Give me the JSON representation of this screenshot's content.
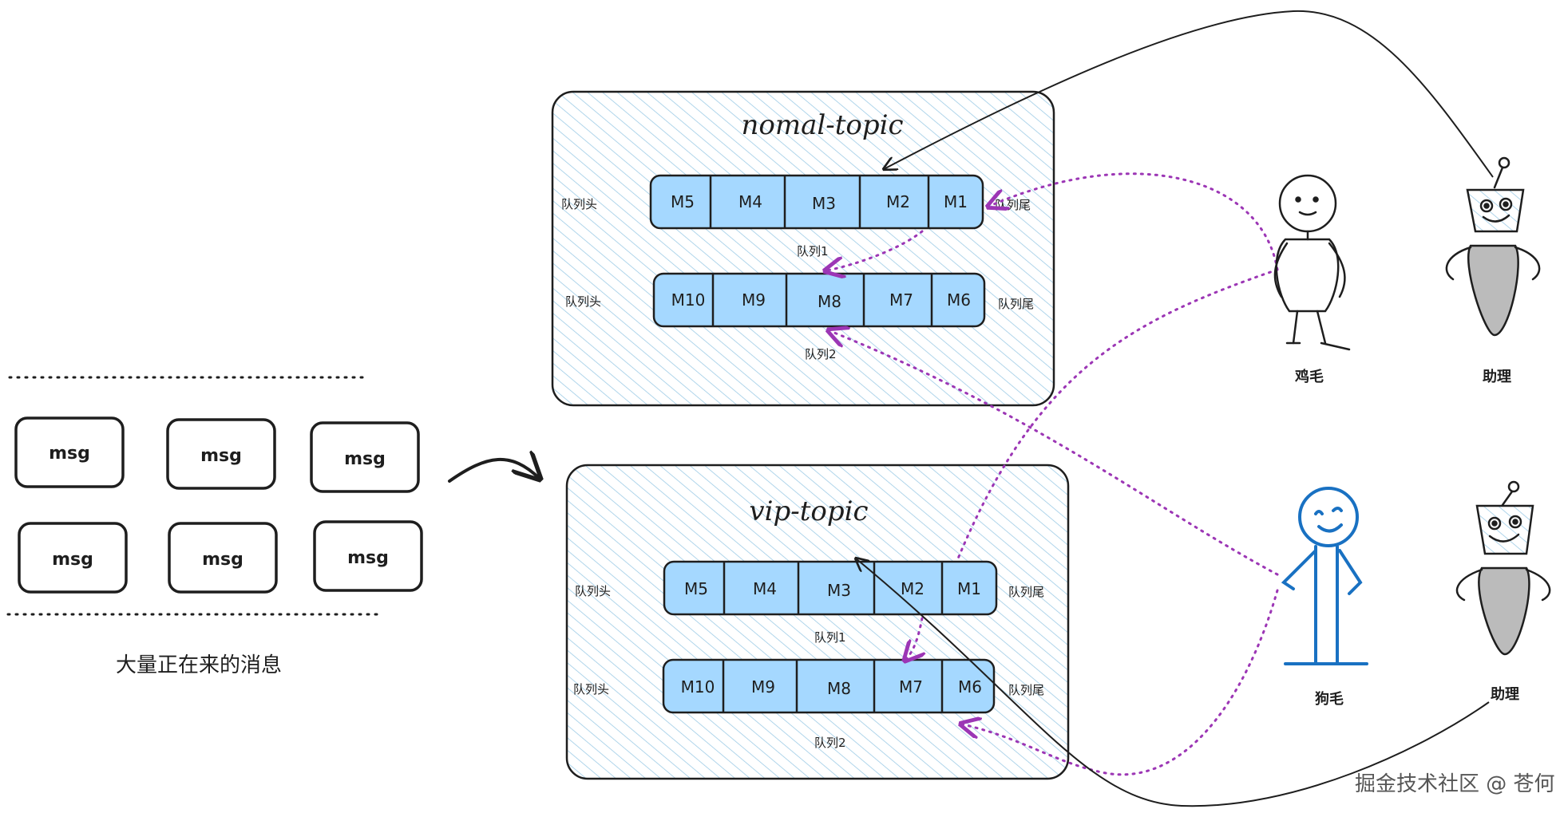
{
  "incoming": {
    "msg_label": "msg",
    "caption": "大量正在来的消息"
  },
  "topics": [
    {
      "title": "nomal-topic",
      "queues": [
        {
          "name": "队列1",
          "head": "队列头",
          "tail": "队列尾",
          "cells": [
            "M5",
            "M4",
            "M3",
            "M2",
            "M1"
          ]
        },
        {
          "name": "队列2",
          "head": "队列头",
          "tail": "队列尾",
          "cells": [
            "M10",
            "M9",
            "M8",
            "M7",
            "M6"
          ]
        }
      ]
    },
    {
      "title": "vip-topic",
      "queues": [
        {
          "name": "队列1",
          "head": "队列头",
          "tail": "队列尾",
          "cells": [
            "M5",
            "M4",
            "M3",
            "M2",
            "M1"
          ]
        },
        {
          "name": "队列2",
          "head": "队列头",
          "tail": "队列尾",
          "cells": [
            "M10",
            "M9",
            "M8",
            "M7",
            "M6"
          ]
        }
      ]
    }
  ],
  "actors": {
    "consumer_1": "鸡毛",
    "assistant_1": "助理",
    "consumer_2": "狗毛",
    "assistant_2": "助理"
  },
  "watermark": "掘金技术社区 @ 苍何",
  "colors": {
    "cell_fill": "#a5d8ff",
    "hatch": "#9ccbe6",
    "dotted_arrow": "#9c36b5",
    "consumer_2": "#1971c2",
    "stroke": "#1e1e1e"
  }
}
